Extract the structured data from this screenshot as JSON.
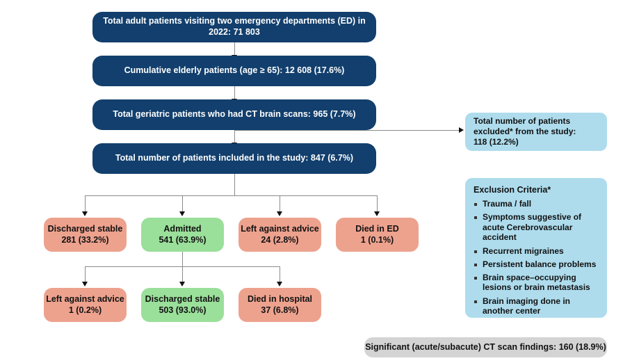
{
  "figure": {
    "type": "flowchart",
    "subject": "Patient selection flow for CT brain scans in geriatric emergency department patients"
  },
  "nodes": {
    "total_adult": {
      "label": "Total adult patients visiting two emergency departments (ED) in 2022: 71 803",
      "color": "#123f6d"
    },
    "cumulative_elderly": {
      "label": "Cumulative elderly patients (age ≥ 65): 12 608 (17.6%)",
      "color": "#123f6d"
    },
    "ct_brain_scans": {
      "label": "Total geriatric patients who had CT brain scans: 965 (7.7%)",
      "color": "#123f6d"
    },
    "included": {
      "label": "Total number of patients included in the study: 847 (6.7%)",
      "color": "#123f6d"
    },
    "excluded": {
      "line1": "Total number of patients",
      "line2": "excluded* from the study:",
      "line3": "118 (12.2%)",
      "color": "#aedced"
    },
    "outcome_discharged_stable": {
      "line1": "Discharged stable",
      "line2": "281 (33.2%)",
      "color": "#eda28e"
    },
    "outcome_admitted": {
      "line1": "Admitted",
      "line2": "541 (63.9%)",
      "color": "#9adf9a"
    },
    "outcome_left_against_advice": {
      "line1": "Left against advice",
      "line2": "24 (2.8%)",
      "color": "#eda28e"
    },
    "outcome_died_in_ed": {
      "line1": "Died in ED",
      "line2": "1 (0.1%)",
      "color": "#eda28e"
    },
    "admitted_left_against_advice": {
      "line1": "Left against advice",
      "line2": "1 (0.2%)",
      "color": "#eda28e"
    },
    "admitted_discharged_stable": {
      "line1": "Discharged stable",
      "line2": "503 (93.0%)",
      "color": "#9adf9a"
    },
    "admitted_died_in_hospital": {
      "line1": "Died in hospital",
      "line2": "37 (6.8%)",
      "color": "#eda28e"
    },
    "significant_findings": {
      "label": "Significant (acute/subacute) CT scan findings: 160 (18.9%)",
      "color": "#d4d4d4"
    }
  },
  "exclusion_panel": {
    "title": "Exclusion Criteria*",
    "items": [
      "Trauma / fall",
      "Symptoms suggestive of acute Cerebrovascular accident",
      "Recurrent migraines",
      "Persistent balance problems",
      "Brain space–occupying lesions or brain metastasis",
      "Brain imaging done in another center"
    ]
  },
  "chart_data": {
    "type": "flowchart",
    "title": "Patient selection flowchart",
    "levels": [
      {
        "label": "Total adult patients visiting two emergency departments (ED) in 2022",
        "value": 71803,
        "percent": null
      },
      {
        "label": "Cumulative elderly patients (age ≥ 65)",
        "value": 12608,
        "percent": 17.6
      },
      {
        "label": "Total geriatric patients who had CT brain scans",
        "value": 965,
        "percent": 7.7
      },
      {
        "label": "Total number of patients included in the study",
        "value": 847,
        "percent": 6.7
      },
      {
        "label": "Total number of patients excluded* from the study",
        "value": 118,
        "percent": 12.2
      }
    ],
    "ed_outcomes": {
      "categories": [
        "Discharged stable",
        "Admitted",
        "Left against advice",
        "Died in ED"
      ],
      "values": [
        281,
        541,
        24,
        1
      ],
      "percents": [
        33.2,
        63.9,
        2.8,
        0.1
      ]
    },
    "admitted_outcomes": {
      "categories": [
        "Left against advice",
        "Discharged stable",
        "Died in hospital"
      ],
      "values": [
        1,
        503,
        37
      ],
      "percents": [
        0.2,
        93.0,
        6.8
      ]
    },
    "footer": {
      "label": "Significant (acute/subacute) CT scan findings",
      "value": 160,
      "percent": 18.9
    },
    "colors": {
      "primary": "#123f6d",
      "pink": "#eda28e",
      "green": "#9adf9a",
      "light_blue": "#aedced",
      "gray": "#d4d4d4",
      "connector": "#8a8a8a"
    }
  }
}
